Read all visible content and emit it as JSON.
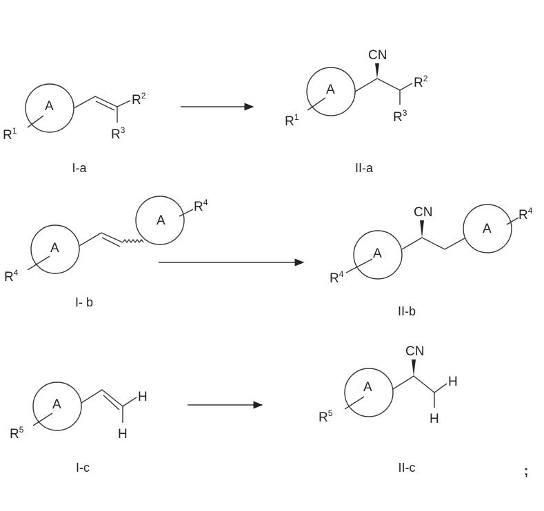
{
  "ring_label": "A",
  "cn": "CN",
  "h": "H",
  "r": "R",
  "sup": {
    "1": "1",
    "2": "2",
    "3": "3",
    "4": "4",
    "5": "5"
  },
  "labels": {
    "ia": "I-a",
    "iia": "II-a",
    "ib": "I- b",
    "iib": "II-b",
    "ic": "I-c",
    "iic": "II-c"
  },
  "terminator": ";"
}
